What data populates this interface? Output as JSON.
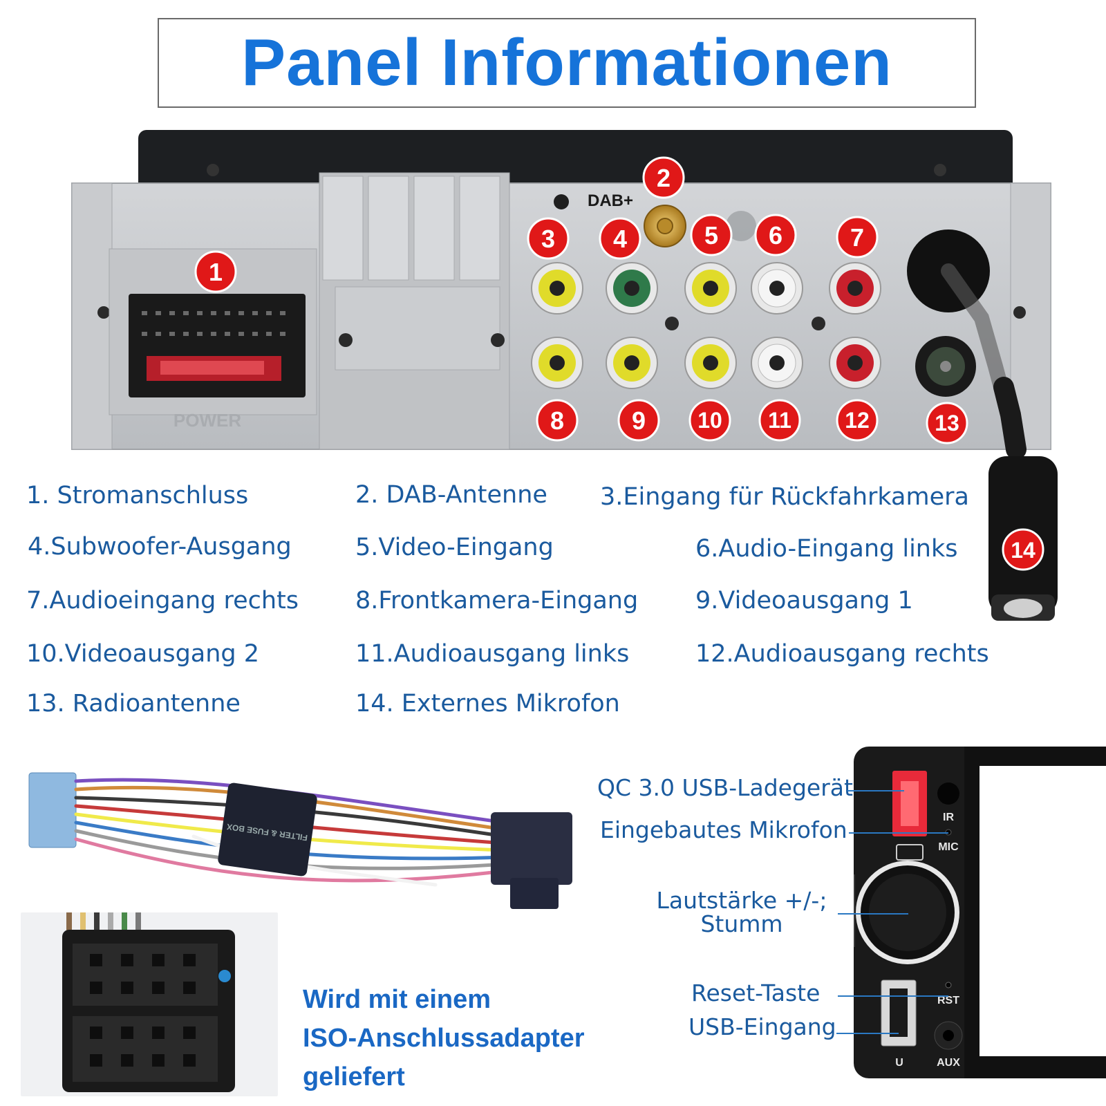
{
  "title": "Panel Informationen",
  "panel": {
    "dab_label": "DAB+",
    "power_label": "POWER",
    "port_colors": {
      "yellow": "#e0db2a",
      "green": "#2f7a4a",
      "white": "#e6e6e6",
      "red": "#c8202c"
    },
    "callouts": [
      "1",
      "2",
      "3",
      "4",
      "5",
      "6",
      "7",
      "8",
      "9",
      "10",
      "11",
      "12",
      "13",
      "14"
    ]
  },
  "legend": [
    "1. Stromanschluss",
    "2. DAB-Antenne",
    "3.Eingang für Rückfahrkamera",
    "4.Subwoofer-Ausgang",
    "5.Video-Eingang",
    "6.Audio-Eingang links",
    "7.Audioeingang rechts",
    "8.Frontkamera-Eingang",
    "9.Videoausgang 1",
    "10.Videoausgang 2",
    "11.Audioausgang links",
    "12.Audioausgang rechts",
    "13. Radioantenne",
    "14. Externes Mikrofon"
  ],
  "harness": {
    "filter_box_label": "FILTER & FUSE BOX"
  },
  "iso_caption": {
    "line1": "Wird mit einem",
    "line2": "ISO-Anschlussadapter",
    "line3": "geliefert"
  },
  "front_panel": {
    "labels": {
      "usb_charger": "QC 3.0 USB-Ladegerät",
      "mic": "Eingebautes Mikrofon",
      "volume_line1": "Lautstärke +/-;",
      "volume_line2": "Stumm",
      "reset": "Reset-Taste",
      "usb_in": "USB-Eingang"
    },
    "device_marks": {
      "ir": "IR",
      "mic": "MIC",
      "rst": "RST",
      "u": "U",
      "aux": "AUX"
    }
  },
  "colors": {
    "title_blue": "#1673d9",
    "legend_blue": "#1a5a9e",
    "callout_red": "#e01818"
  }
}
